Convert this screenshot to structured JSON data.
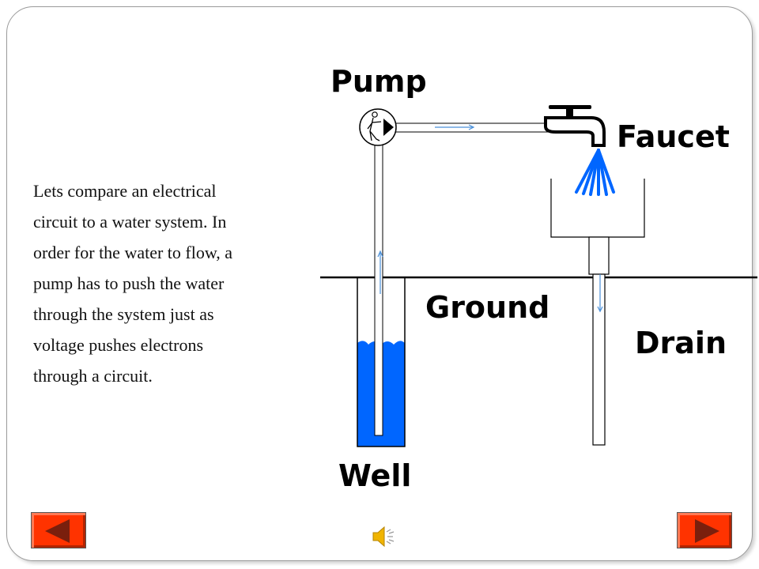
{
  "slide": {
    "body_text": "Lets compare an electrical\ncircuit to a water system. In\norder for the water to flow, a\npump has to push the water\nthrough the system just as\nvoltage pushes electrons\nthrough a circuit."
  },
  "diagram": {
    "labels": {
      "pump": "Pump",
      "faucet": "Faucet",
      "ground": "Ground",
      "drain": "Drain",
      "well": "Well"
    },
    "colors": {
      "water": "#0066ff",
      "flow_arrow": "#4a90d9",
      "pipe_outline": "#000000"
    }
  },
  "navigation": {
    "prev_icon": "left-triangle-icon",
    "next_icon": "right-triangle-icon",
    "sound_icon": "speaker-icon",
    "button_color": "#ff3300",
    "arrow_color": "#7a1f0d"
  }
}
